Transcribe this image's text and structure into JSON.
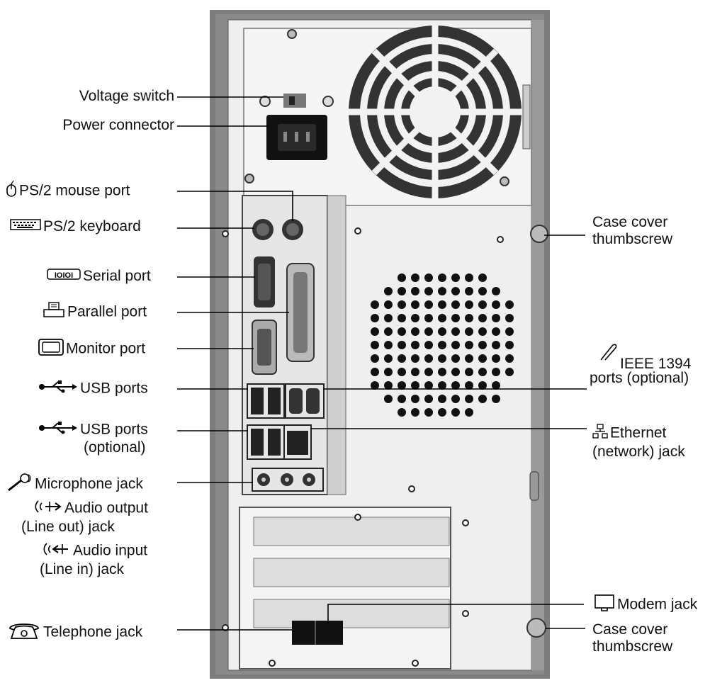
{
  "labels": {
    "voltage_switch": "Voltage switch",
    "power_connector": "Power connector",
    "ps2_mouse": "PS/2 mouse port",
    "ps2_keyboard": "PS/2 keyboard",
    "serial": "Serial port",
    "parallel": "Parallel port",
    "monitor": "Monitor port",
    "usb": "USB ports",
    "usb_opt_1": "USB ports",
    "usb_opt_2": "(optional)",
    "microphone": "Microphone jack",
    "audio_out_1": "Audio output",
    "audio_out_2": "(Line out) jack",
    "audio_in_1": "Audio input",
    "audio_in_2": "(Line in) jack",
    "telephone": "Telephone jack",
    "case_cover_top_1": "Case cover",
    "case_cover_top_2": "thumbscrew",
    "ieee_1": "IEEE 1394",
    "ieee_2": "ports (optional)",
    "ethernet_1": "Ethernet",
    "ethernet_2": "(network) jack",
    "modem": "Modem jack",
    "case_cover_bottom_1": "Case cover",
    "case_cover_bottom_2": "thumbscrew"
  },
  "icons": [
    "mouse-icon",
    "keyboard-icon",
    "serial-icon",
    "printer-icon",
    "monitor-icon",
    "usb-icon",
    "microphone-icon",
    "audio-out-icon",
    "audio-in-icon",
    "telephone-icon",
    "firewire-icon",
    "network-icon",
    "modem-icon"
  ],
  "colors": {
    "case_frame": "#7a7a7a",
    "case_panel": "#eeeeee",
    "port_dark": "#222222",
    "leader_line": "#000000"
  }
}
